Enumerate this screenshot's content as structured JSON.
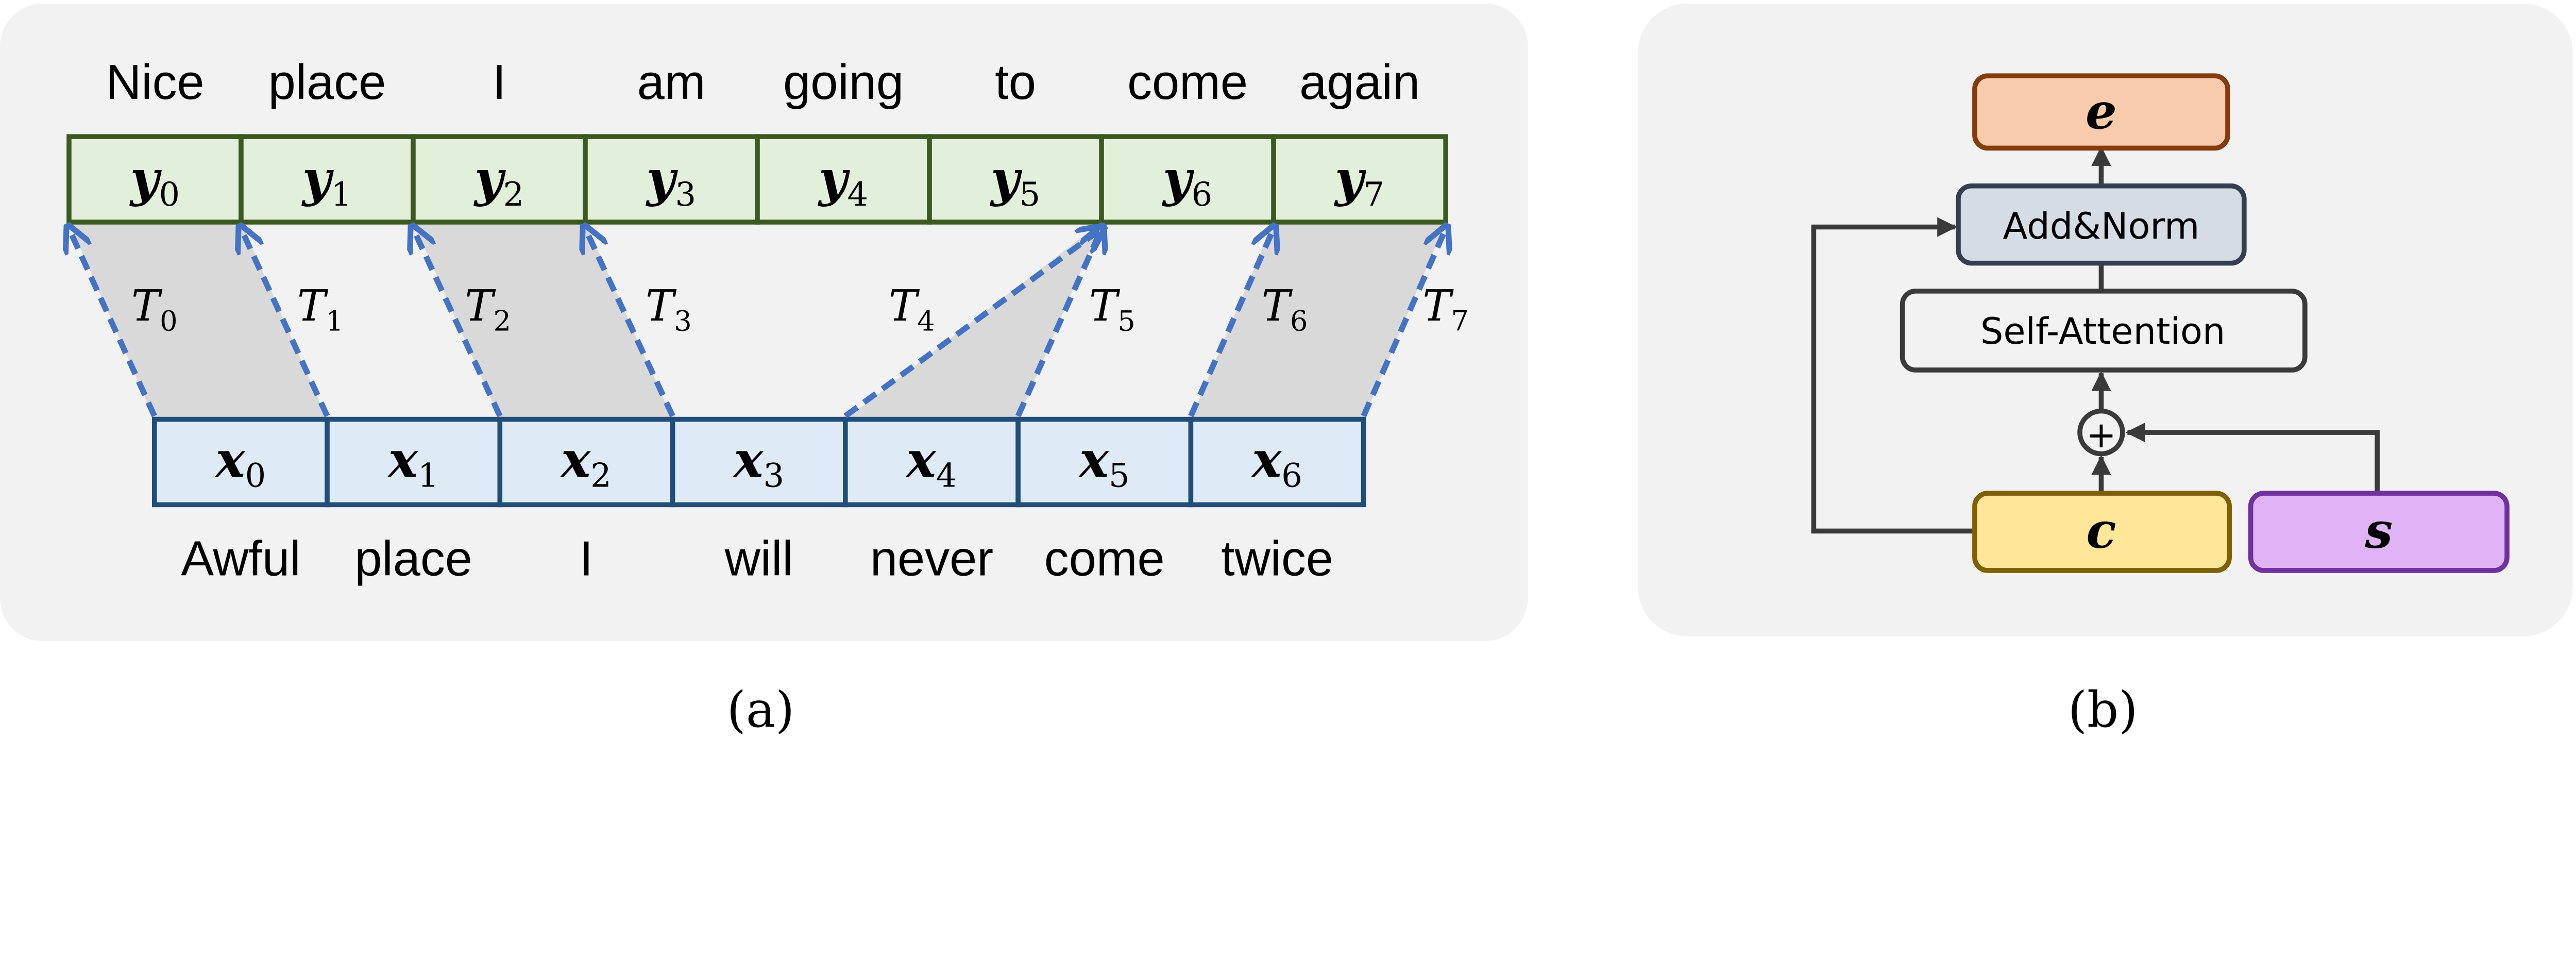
{
  "panel_a": {
    "caption": "(a)",
    "target_words": [
      "Nice",
      "place",
      "I",
      "am",
      "going",
      "to",
      "come",
      "again"
    ],
    "target_tokens": [
      {
        "base": "y",
        "sub": "0"
      },
      {
        "base": "y",
        "sub": "1"
      },
      {
        "base": "y",
        "sub": "2"
      },
      {
        "base": "y",
        "sub": "3"
      },
      {
        "base": "y",
        "sub": "4"
      },
      {
        "base": "y",
        "sub": "5"
      },
      {
        "base": "y",
        "sub": "6"
      },
      {
        "base": "y",
        "sub": "7"
      }
    ],
    "source_tokens": [
      {
        "base": "x",
        "sub": "0"
      },
      {
        "base": "x",
        "sub": "1"
      },
      {
        "base": "x",
        "sub": "2"
      },
      {
        "base": "x",
        "sub": "3"
      },
      {
        "base": "x",
        "sub": "4"
      },
      {
        "base": "x",
        "sub": "5"
      },
      {
        "base": "x",
        "sub": "6"
      }
    ],
    "source_words": [
      "Awful",
      "place",
      "I",
      "will",
      "never",
      "come",
      "twice"
    ],
    "transforms": [
      {
        "base": "T",
        "sub": "0"
      },
      {
        "base": "T",
        "sub": "1"
      },
      {
        "base": "T",
        "sub": "2"
      },
      {
        "base": "T",
        "sub": "3"
      },
      {
        "base": "T",
        "sub": "4"
      },
      {
        "base": "T",
        "sub": "5"
      },
      {
        "base": "T",
        "sub": "6"
      },
      {
        "base": "T",
        "sub": "7"
      }
    ]
  },
  "panel_b": {
    "caption": "(b)",
    "output_label": "e",
    "add_norm_label": "Add&Norm",
    "self_attention_label": "Self-Attention",
    "plus_symbol": "+",
    "content_label": "c",
    "style_label": "s"
  },
  "colors": {
    "panel_bg": "#f2f2f2",
    "target_fill": "#e2efda",
    "target_stroke": "#3b5a22",
    "source_fill": "#deebf7",
    "source_stroke": "#1f4e79",
    "arrow": "#4472c4",
    "shade": "#d9d9d9",
    "e_fill": "#f8cbad",
    "e_stroke": "#843c0c",
    "addnorm_fill": "#d6dce4",
    "addnorm_stroke": "#333f50",
    "c_fill": "#ffe699",
    "c_stroke": "#7f6000",
    "s_fill": "#e0b3f7",
    "s_stroke": "#7030a0",
    "line": "#3a3a3a"
  }
}
